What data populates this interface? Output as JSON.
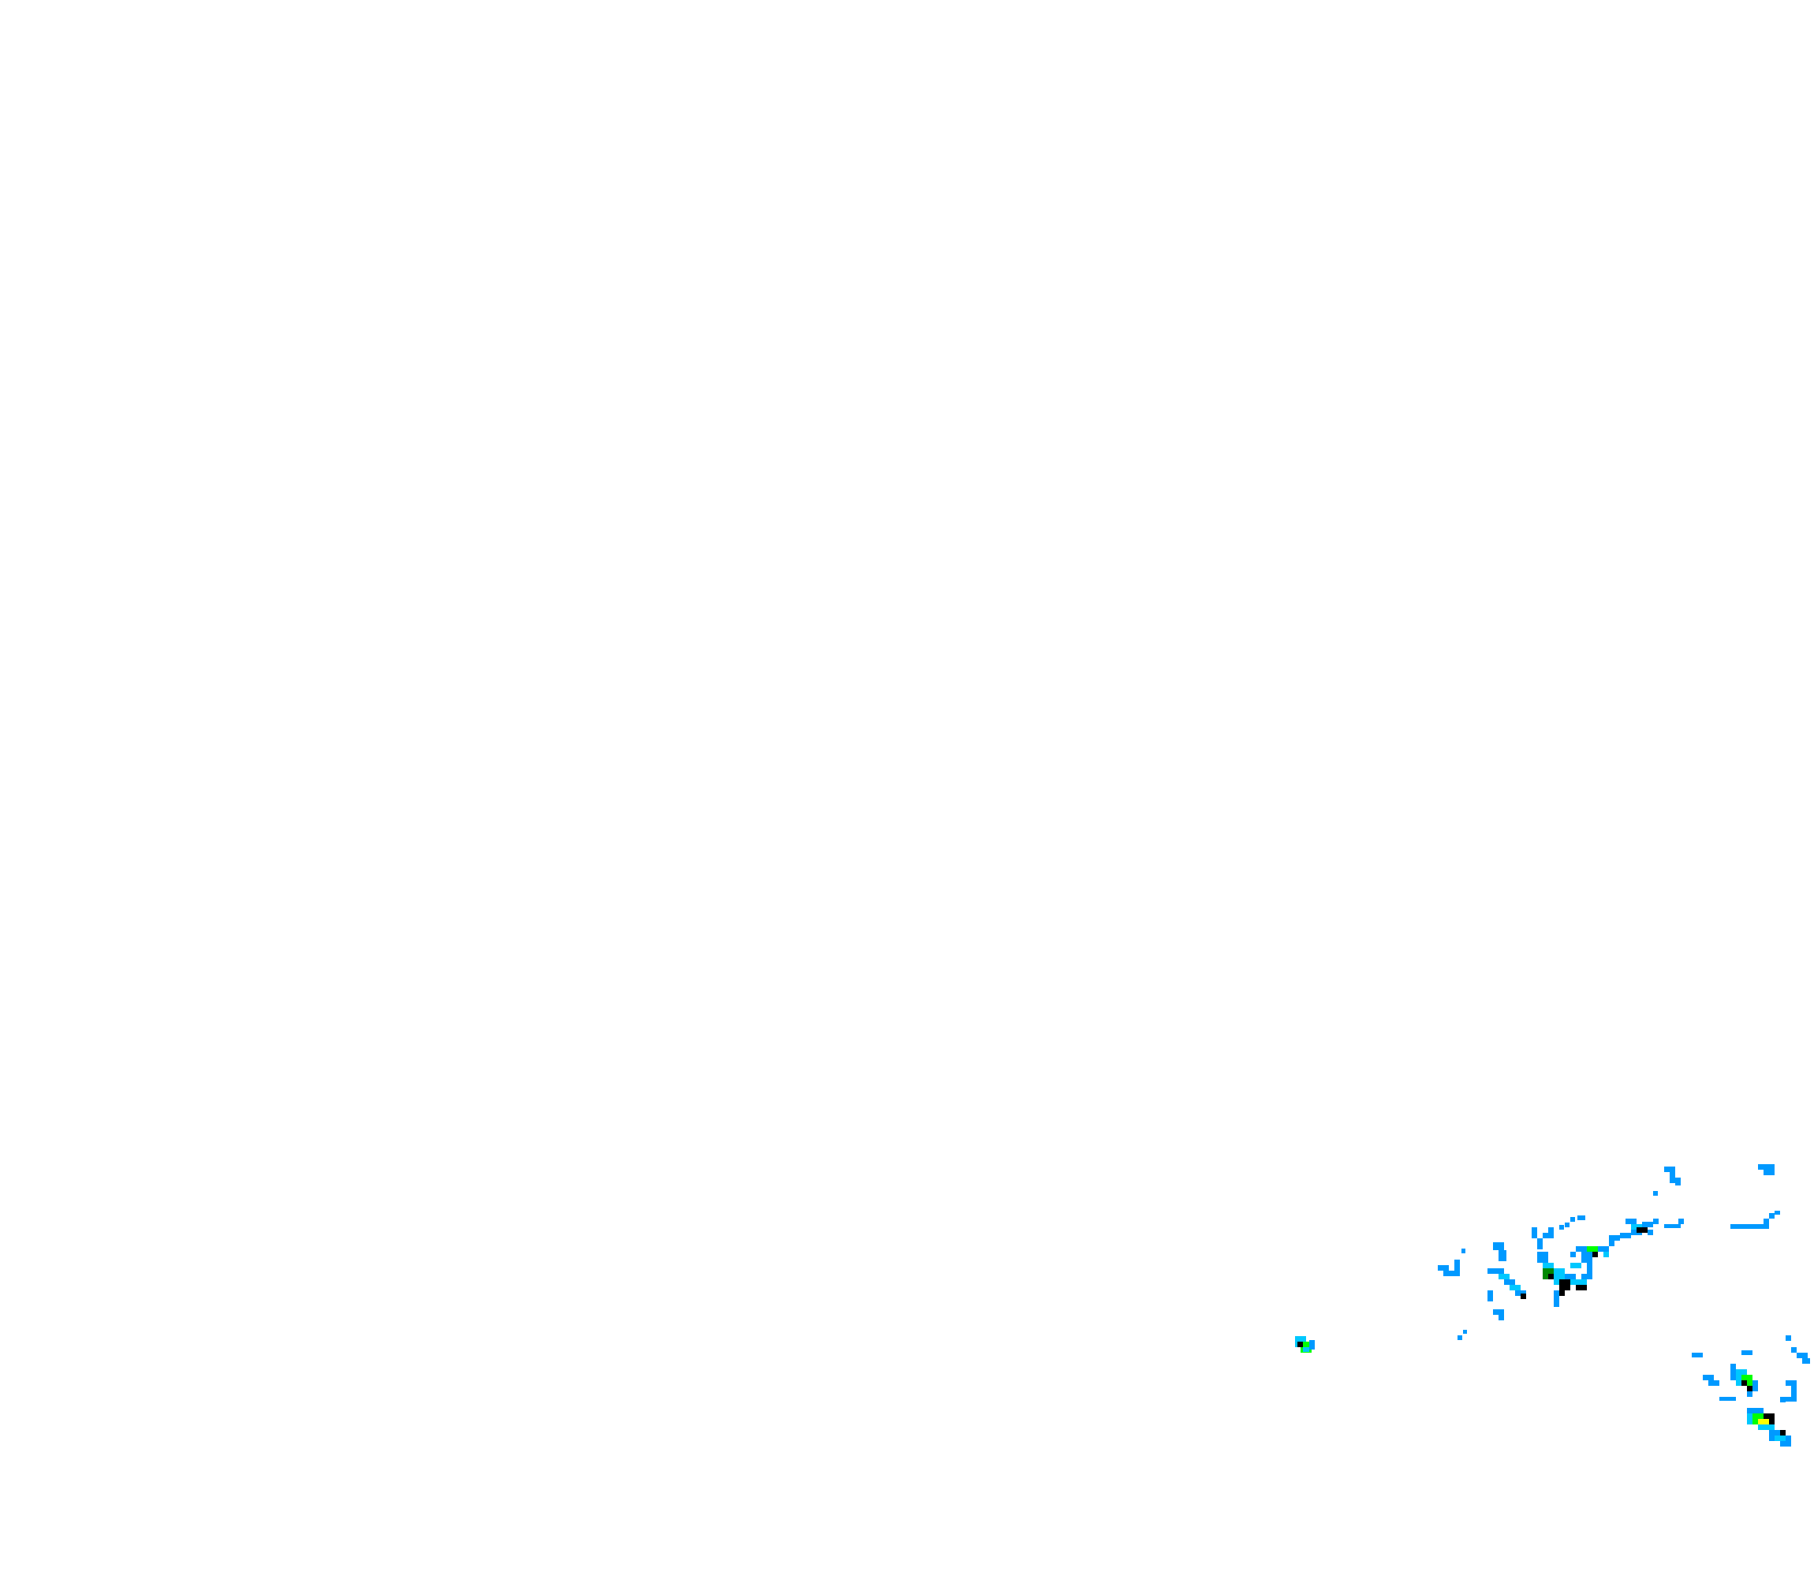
{
  "map": {
    "type": "precipitation-radar-overlay",
    "background": "#ffffff",
    "intensity_colors": {
      "light": "#0099ff",
      "light_alt": "#00c8ff",
      "moderate": "#00ff00",
      "heavy": "#008800",
      "very_heavy": "#ffff00",
      "core": "#000000"
    },
    "echo_clusters": [
      {
        "name": "isolated-cell-west",
        "max_intensity": "very_heavy"
      },
      {
        "name": "central-cluster",
        "max_intensity": "moderate"
      },
      {
        "name": "northern-scatter",
        "max_intensity": "moderate"
      },
      {
        "name": "southeast-cell",
        "max_intensity": "very_heavy"
      }
    ]
  }
}
